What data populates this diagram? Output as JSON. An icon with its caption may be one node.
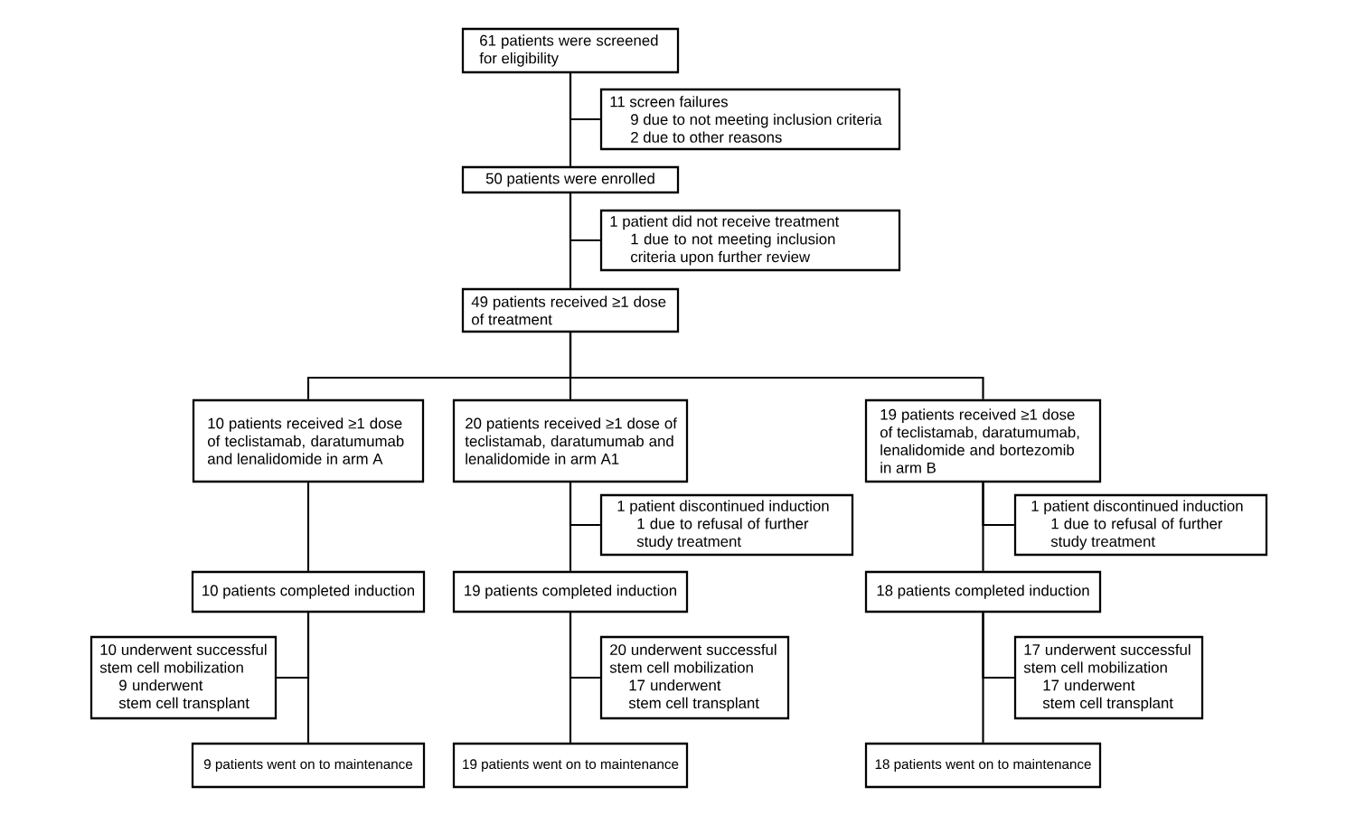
{
  "diagram": {
    "nodes": [
      {
        "text": [
          "61 patients were screened for eligibility"
        ]
      },
      {
        "text": [
          "11 screen failures",
          "9 due to not meeting inclusion criteria",
          "2 due to other reasons"
        ]
      },
      {
        "text": [
          "50 patients were enrolled"
        ]
      },
      {
        "text": [
          "1 patient did not receive treatment",
          "1 due to not meeting inclusion criteria upon further review"
        ]
      },
      {
        "text": [
          "49 patients received ≥1 dose of treatment"
        ]
      },
      {
        "text": [
          "10 patients received ≥1 dose of teclistamab, daratumumab and lenalidomide in arm A"
        ]
      },
      {
        "text": [
          "20 patients received ≥1 dose of teclistamab, daratumumab and lenalidomide in arm A1"
        ]
      },
      {
        "text": [
          "19 patients received ≥1 dose of teclistamab, daratumumab, lenalidomide and bortezomib in arm B"
        ]
      },
      {
        "text": [
          "1 patient discontinued induction",
          "1 due to refusal of further study treatment"
        ]
      },
      {
        "text": [
          "1 patient discontinued induction",
          "1 due to refusal of further study treatment"
        ]
      },
      {
        "text": [
          "10 patients completed induction"
        ]
      },
      {
        "text": [
          "19 patients completed induction"
        ]
      },
      {
        "text": [
          "18 patients completed induction"
        ]
      },
      {
        "text": [
          "10 underwent successful stem cell mobilization",
          "9 underwent stem cell transplant"
        ]
      },
      {
        "text": [
          "20 underwent successful stem cell mobilization",
          "17 underwent stem cell transplant"
        ]
      },
      {
        "text": [
          "17 underwent successful stem cell mobilization",
          "17 underwent stem cell transplant"
        ]
      },
      {
        "text": [
          "9 patients went on to maintenance"
        ]
      },
      {
        "text": [
          "19 patients went on to maintenance"
        ]
      },
      {
        "text": [
          "18 patients went on to maintenance"
        ]
      }
    ],
    "edges": [
      {
        "from": 0,
        "to": 1,
        "arrow": "none"
      },
      {
        "from": 0,
        "to": 2,
        "arrow": "none"
      },
      {
        "from": 2,
        "to": 3,
        "arrow": "none"
      },
      {
        "from": 2,
        "to": 4,
        "arrow": "none"
      },
      {
        "from": 4,
        "to": 5,
        "arrow": "none"
      },
      {
        "from": 4,
        "to": 6,
        "arrow": "none"
      },
      {
        "from": 4,
        "to": 7,
        "arrow": "none"
      },
      {
        "from": 5,
        "to": 10,
        "arrow": "none"
      },
      {
        "from": 6,
        "to": 8,
        "arrow": "none"
      },
      {
        "from": 6,
        "to": 11,
        "arrow": "none"
      },
      {
        "from": 7,
        "to": 9,
        "arrow": "none"
      },
      {
        "from": 7,
        "to": 12,
        "arrow": "none"
      },
      {
        "from": 10,
        "to": 13,
        "arrow": "none"
      },
      {
        "from": 10,
        "to": 16,
        "arrow": "none"
      },
      {
        "from": 11,
        "to": 14,
        "arrow": "none"
      },
      {
        "from": 11,
        "to": 17,
        "arrow": "none"
      },
      {
        "from": 12,
        "to": 15,
        "arrow": "none"
      },
      {
        "from": 12,
        "to": 18,
        "arrow": "none"
      }
    ]
  }
}
